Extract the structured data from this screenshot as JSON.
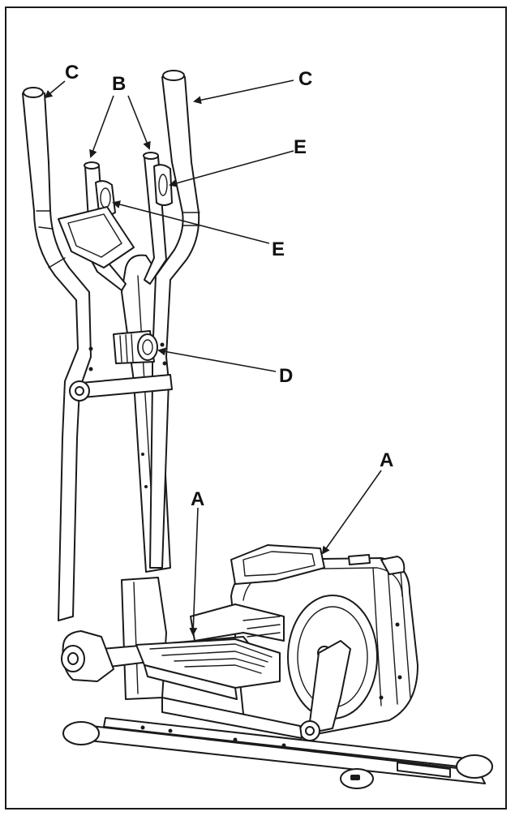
{
  "diagram": {
    "callouts": [
      {
        "id": "c-left",
        "text": "C"
      },
      {
        "id": "c-right",
        "text": "C"
      },
      {
        "id": "b",
        "text": "B"
      },
      {
        "id": "e-right",
        "text": "E"
      },
      {
        "id": "e-left",
        "text": "E"
      },
      {
        "id": "d",
        "text": "D"
      },
      {
        "id": "a-right",
        "text": "A"
      },
      {
        "id": "a-left",
        "text": "A"
      }
    ]
  },
  "colors": {
    "line": "#1a1a1a",
    "background": "#ffffff"
  }
}
